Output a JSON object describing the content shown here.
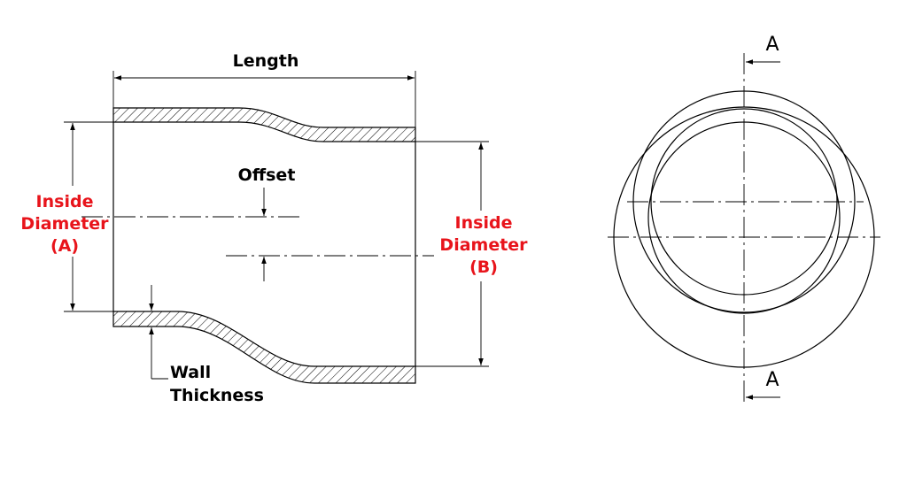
{
  "labels": {
    "length": "Length",
    "offset": "Offset",
    "inside_diameter_a": [
      "Inside",
      "Diameter",
      "(A)"
    ],
    "inside_diameter_b": [
      "Inside",
      "Diameter",
      "(B)"
    ],
    "wall_thickness": [
      "Wall",
      "Thickness"
    ],
    "section_top": "A",
    "section_bottom": "A"
  },
  "colors": {
    "highlight": "#e8141b",
    "line": "#000000"
  }
}
